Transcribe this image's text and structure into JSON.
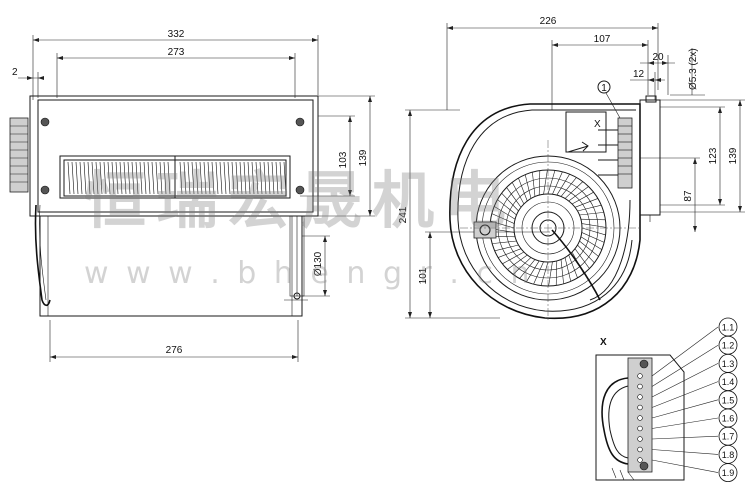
{
  "front_view": {
    "dims": {
      "width_overall": "332",
      "width_inner": "273",
      "flange": "2",
      "width_bottom": "276",
      "outlet_h_inner": "103",
      "outlet_h_outer": "139",
      "diameter": "Ø130"
    }
  },
  "side_view": {
    "dims": {
      "total_width": "226",
      "right_width": "107",
      "flange_width": "20",
      "flange_gap": "12",
      "hole": "Ø5.3 (2x)",
      "height": "241",
      "lower_height": "101",
      "outlet_123": "123",
      "outlet_139": "139",
      "outlet_87": "87"
    },
    "callout": "1",
    "view_mark": "X"
  },
  "detail_x": {
    "title": "X",
    "terminals": [
      "1.1",
      "1.2",
      "1.3",
      "1.4",
      "1.5",
      "1.6",
      "1.7",
      "1.8",
      "1.9"
    ]
  },
  "watermark": {
    "brand": "恒瑞宏晟机电",
    "url": "w w w . b h e n g r . c n"
  }
}
